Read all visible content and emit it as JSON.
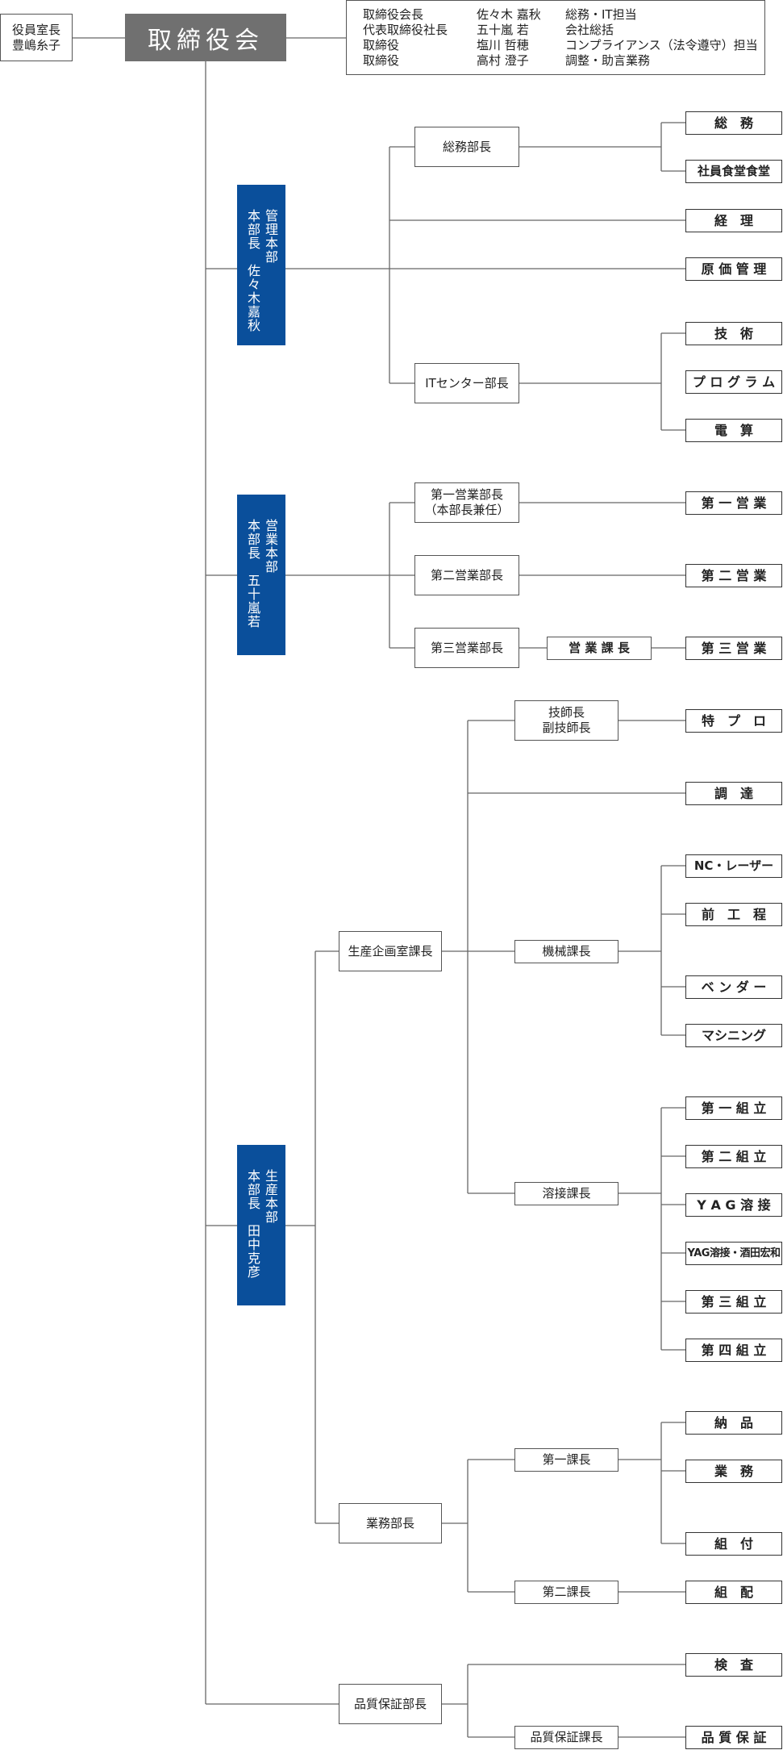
{
  "advisor": {
    "title": "役員室長",
    "name": "豊嶋糸子"
  },
  "board": {
    "label": "取締役会"
  },
  "board_members": [
    {
      "role": "取締役会長",
      "name": "佐々木 嘉秋",
      "duty": "総務・IT担当"
    },
    {
      "role": "代表取締役社長",
      "name": "五十嵐 若",
      "duty": "会社総括"
    },
    {
      "role": "取締役",
      "name": "塩川 哲穂",
      "duty": "コンプライアンス（法令遵守）担当"
    },
    {
      "role": "取締役",
      "name": "高村 澄子",
      "duty": "調整・助言業務"
    }
  ],
  "headquarters": [
    {
      "division": "管理本部",
      "head_title": "本部長",
      "head_name": "佐々木嘉秋"
    },
    {
      "division": "営業本部",
      "head_title": "本部長",
      "head_name": "五十嵐若"
    },
    {
      "division": "生産本部",
      "head_title": "本部長",
      "head_name": "田中克彦"
    }
  ],
  "managers": {
    "soumu_bucho": "総務部長",
    "it_center": "ITセンター部長",
    "eigyo1": "第一営業部長\n（本部長兼任）",
    "eigyo2": "第二営業部長",
    "eigyo3": "第三営業部長",
    "eigyo_kacho": "営 業 課 長",
    "gishicho": "技師長\n副技師長",
    "seisan_kikaku": "生産企画室課長",
    "kikai_kacho": "機械課長",
    "yosetsu_kacho": "溶接課長",
    "gyomu_bucho": "業務部長",
    "daiichi_kacho": "第一課長",
    "daini_kacho": "第二課長",
    "hinshitsu_bucho": "品質保証部長",
    "hinshitsu_kacho": "品質保証課長"
  },
  "sections": {
    "soumu": "総　務",
    "shokudo": "社員食堂食堂",
    "keiri": "経　理",
    "genka": "原 価 管 理",
    "gijutsu": "技　術",
    "program": "プ ロ グ ラ ム",
    "densan": "電　算",
    "eigyo1": "第 一 営 業",
    "eigyo2": "第 二 営 業",
    "eigyo3": "第 三 営 業",
    "tokupuro": "特　プ　ロ",
    "chotatsu": "調　達",
    "nc_laser": "NC・レーザー",
    "maekotei": "前　工　程",
    "bender": "ベ ン ダ ー",
    "machining": "マシニング",
    "kumi1": "第 一 組 立",
    "kumi2": "第 二 組 立",
    "yag": "Y A G 溶 接",
    "yag_sakata": "YAG溶接・酒田宏和",
    "kumi3": "第 三 組 立",
    "kumi4": "第 四 組 立",
    "nohin": "納　品",
    "gyomu": "業　務",
    "kumitsuke": "組　付",
    "kumihai": "組　配",
    "kensa": "検　査",
    "hinshitsu": "品 質 保 証"
  }
}
